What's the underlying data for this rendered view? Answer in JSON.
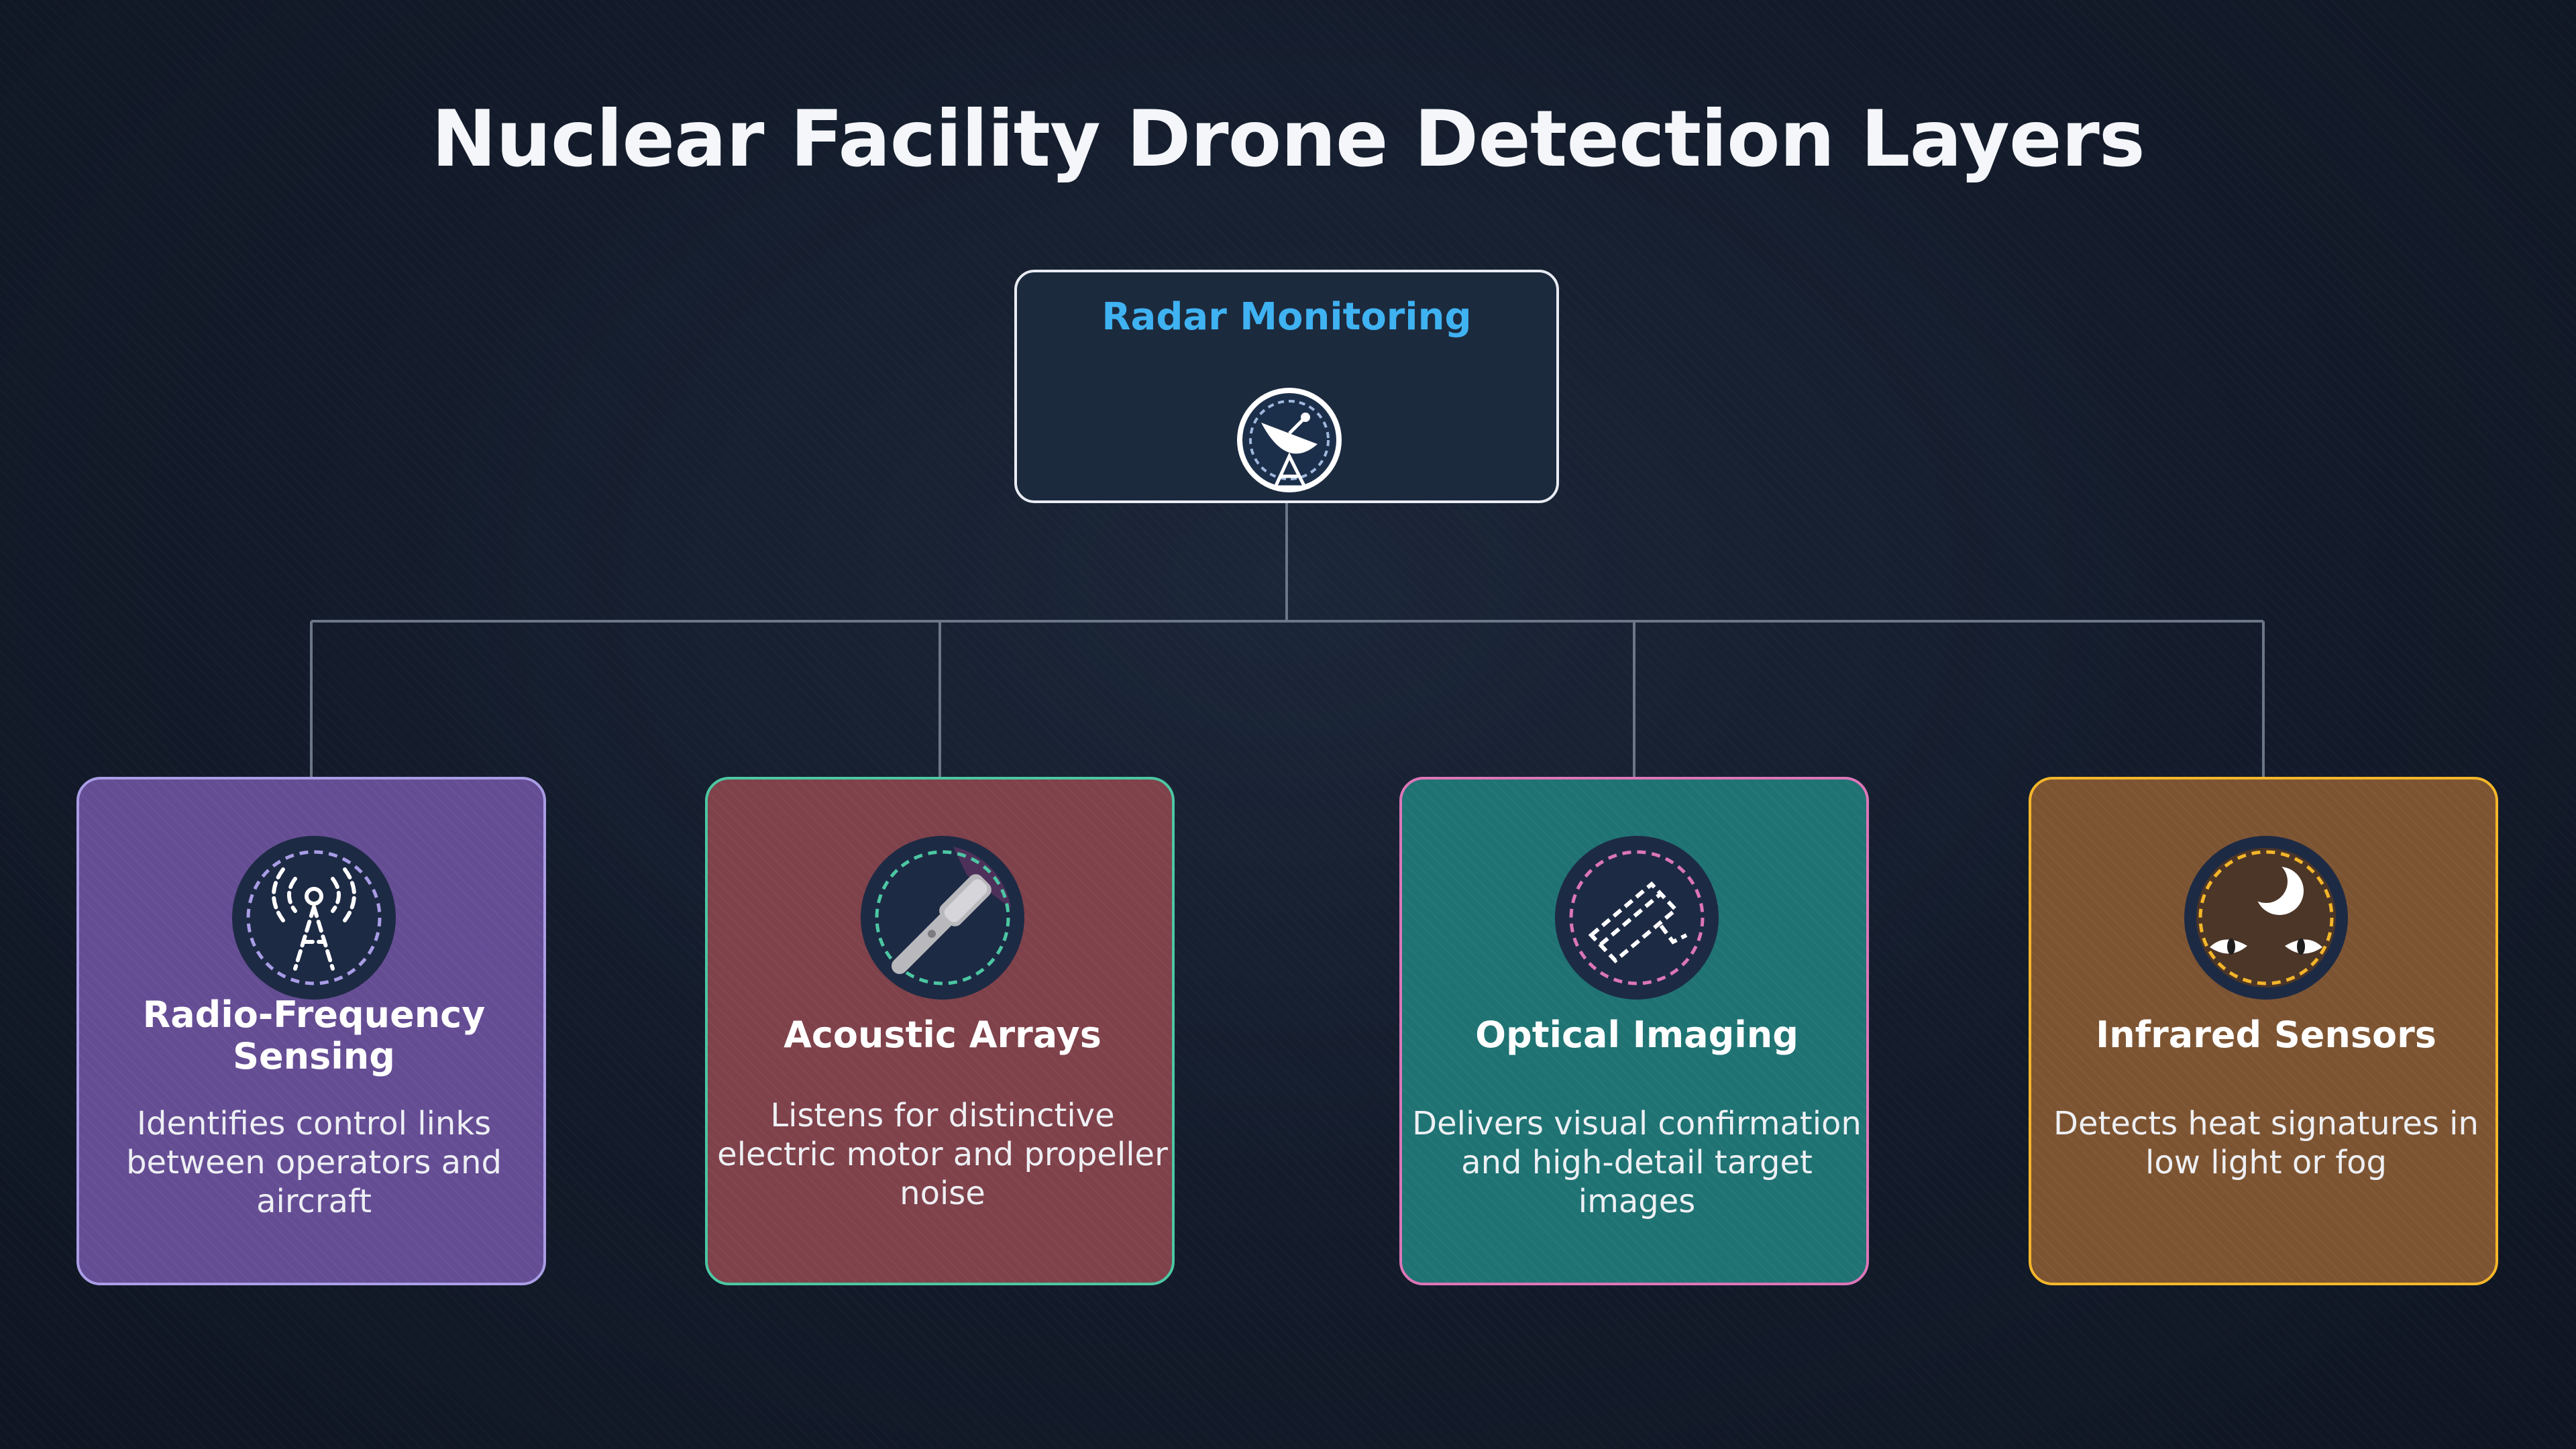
{
  "title": "Nuclear Facility Drone Detection Layers",
  "root": {
    "label": "Radar Monitoring",
    "icon": "satellite-dish-icon",
    "label_color": "#3fb2f2"
  },
  "children": [
    {
      "title": "Radio-Frequency Sensing",
      "description": "Identifies control links between operators and aircraft",
      "icon": "radio-tower-icon",
      "color": "#654d94",
      "border_color": "#a99de6"
    },
    {
      "title": "Acoustic Arrays",
      "description": "Listens for distinctive electric motor and propeller noise",
      "icon": "microphone-icon",
      "color": "#7f414a",
      "border_color": "#4cc7a3"
    },
    {
      "title": "Optical Imaging",
      "description": "Delivers visual confirmation and high-detail target images",
      "icon": "security-camera-icon",
      "color": "#1f7373",
      "border_color": "#dc76b8"
    },
    {
      "title": "Infrared Sensors",
      "description": "Detects heat signatures in low light or fog",
      "icon": "night-vision-eyes-icon",
      "color": "#7d5432",
      "border_color": "#f4b62a"
    }
  ]
}
